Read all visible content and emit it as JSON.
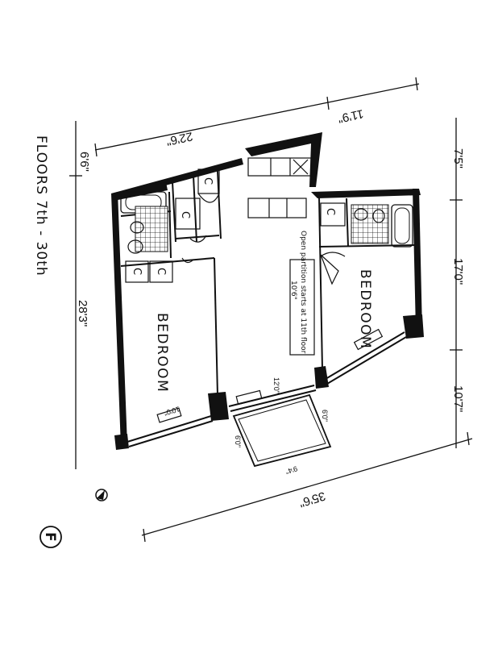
{
  "floors_label": "FLOORS  7th - 30th",
  "plan_letter": "F",
  "dimensions": {
    "top_left": "6'6\"",
    "top_mid": "22'6\"",
    "top_right": "11'9\"",
    "left_side": "28'3\"",
    "right_top": "7'5\"",
    "right_mid": "17'0\"",
    "right_bottom": "10'7\"",
    "bottom": "35'6\""
  },
  "rooms": {
    "bedroom_left": "BEDROOM",
    "bedroom_right": "BEDROOM",
    "closet": "C"
  },
  "notes": {
    "partition_line1": "Open partition starts at 11th floor",
    "partition_line2": "10'6\""
  },
  "small_dims": {
    "window_left": "10'0\"",
    "window_mid": "12'0\"",
    "balcony_a": "6'0\"",
    "balcony_b": "9'4\"",
    "balcony_c": "6'0\""
  },
  "icons": {
    "north_arrow": "north-arrow-icon",
    "plan_badge": "circle-badge-icon"
  }
}
